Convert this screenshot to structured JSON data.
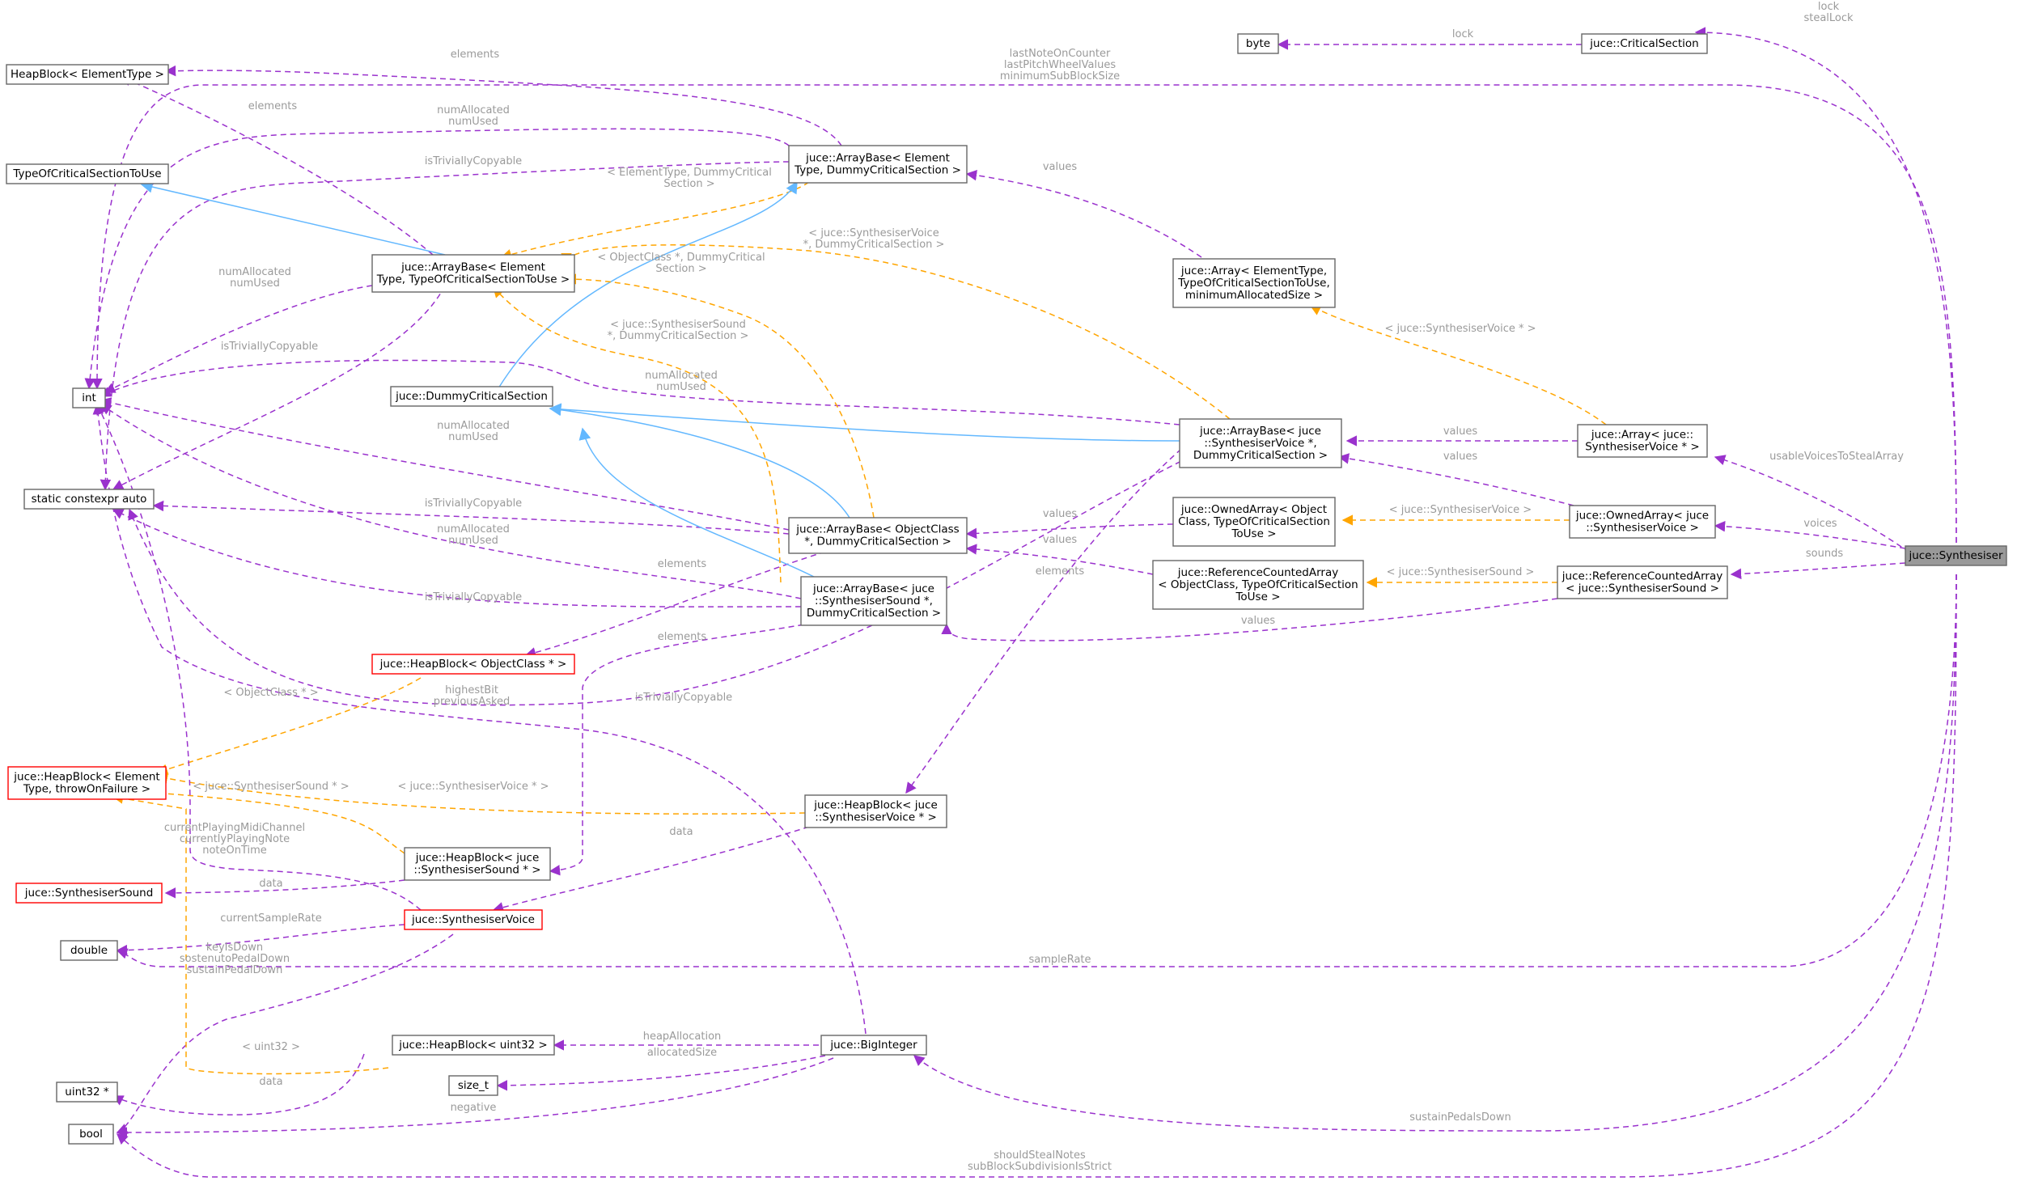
{
  "colors": {
    "member_edge": "#9a32cd",
    "template_edge": "#ffa500",
    "inherit_edge": "#63b8ff",
    "label": "#9a9a9a",
    "node_border": "#666666",
    "red_border": "#ff0000",
    "focus_fill": "#999999"
  },
  "nodes": [
    {
      "id": "synth",
      "lines": [
        "juce::Synthesiser"
      ],
      "style": "focus"
    },
    {
      "id": "critsec",
      "lines": [
        "juce::CriticalSection"
      ],
      "style": "normal"
    },
    {
      "id": "byte",
      "lines": [
        "byte"
      ],
      "style": "normal"
    },
    {
      "id": "heapblock_et",
      "lines": [
        "HeapBlock< ElementType >"
      ],
      "style": "normal"
    },
    {
      "id": "typeof_cs",
      "lines": [
        "TypeOfCriticalSectionToUse"
      ],
      "style": "normal"
    },
    {
      "id": "int",
      "lines": [
        "int"
      ],
      "style": "normal"
    },
    {
      "id": "constexpr",
      "lines": [
        "static constexpr auto"
      ],
      "style": "normal"
    },
    {
      "id": "arraybase_et_dcs",
      "lines": [
        "juce::ArrayBase< Element",
        "Type, DummyCriticalSection >"
      ],
      "style": "normal"
    },
    {
      "id": "arraybase_et_tcs",
      "lines": [
        "juce::ArrayBase< Element",
        "Type, TypeOfCriticalSectionToUse >"
      ],
      "style": "normal"
    },
    {
      "id": "dummycs",
      "lines": [
        "juce::DummyCriticalSection"
      ],
      "style": "normal"
    },
    {
      "id": "array_tmpl",
      "lines": [
        "juce::Array< ElementType,",
        "TypeOfCriticalSectionToUse,",
        "minimumAllocatedSize >"
      ],
      "style": "normal"
    },
    {
      "id": "arraybase_sv",
      "lines": [
        "juce::ArrayBase< juce",
        "::SynthesiserVoice *,",
        "DummyCriticalSection >"
      ],
      "style": "normal"
    },
    {
      "id": "array_sv",
      "lines": [
        "juce::Array< juce::",
        "SynthesiserVoice * >"
      ],
      "style": "normal"
    },
    {
      "id": "arraybase_oc",
      "lines": [
        "juce::ArrayBase< ObjectClass",
        "*, DummyCriticalSection >"
      ],
      "style": "normal"
    },
    {
      "id": "ownedarray_tmpl",
      "lines": [
        "juce::OwnedArray< Object",
        "Class, TypeOfCriticalSection",
        "ToUse >"
      ],
      "style": "normal"
    },
    {
      "id": "ownedarray_sv",
      "lines": [
        "juce::OwnedArray< juce",
        "::SynthesiserVoice >"
      ],
      "style": "normal"
    },
    {
      "id": "arraybase_ss",
      "lines": [
        "juce::ArrayBase< juce",
        "::SynthesiserSound *,",
        "DummyCriticalSection >"
      ],
      "style": "normal"
    },
    {
      "id": "refarray_tmpl",
      "lines": [
        "juce::ReferenceCountedArray",
        "< ObjectClass, TypeOfCriticalSection",
        "ToUse >"
      ],
      "style": "normal"
    },
    {
      "id": "refarray_ss",
      "lines": [
        "juce::ReferenceCountedArray",
        "< juce::SynthesiserSound >"
      ],
      "style": "normal"
    },
    {
      "id": "heapblock_oc",
      "lines": [
        "juce::HeapBlock< ObjectClass * >"
      ],
      "style": "red"
    },
    {
      "id": "heapblock_tmpl",
      "lines": [
        "juce::HeapBlock< Element",
        "Type, throwOnFailure >"
      ],
      "style": "red"
    },
    {
      "id": "heapblock_sv",
      "lines": [
        "juce::HeapBlock< juce",
        "::SynthesiserVoice * >"
      ],
      "style": "normal"
    },
    {
      "id": "heapblock_ss",
      "lines": [
        "juce::HeapBlock< juce",
        "::SynthesiserSound * >"
      ],
      "style": "normal"
    },
    {
      "id": "synthsound",
      "lines": [
        "juce::SynthesiserSound"
      ],
      "style": "red"
    },
    {
      "id": "synthvoice",
      "lines": [
        "juce::SynthesiserVoice"
      ],
      "style": "red"
    },
    {
      "id": "double",
      "lines": [
        "double"
      ],
      "style": "normal"
    },
    {
      "id": "heapblock_u32",
      "lines": [
        "juce::HeapBlock< uint32 >"
      ],
      "style": "normal"
    },
    {
      "id": "biginteger",
      "lines": [
        "juce::BigInteger"
      ],
      "style": "normal"
    },
    {
      "id": "size_t",
      "lines": [
        "size_t"
      ],
      "style": "normal"
    },
    {
      "id": "uint32p",
      "lines": [
        "uint32 *"
      ],
      "style": "normal"
    },
    {
      "id": "bool",
      "lines": [
        "bool"
      ],
      "style": "normal"
    }
  ],
  "labels": [
    {
      "id": "lbl_lock_steal",
      "lines": [
        "lock",
        "stealLock"
      ]
    },
    {
      "id": "lbl_lock",
      "lines": [
        "lock"
      ]
    },
    {
      "id": "lbl_lastnote",
      "lines": [
        "lastNoteOnCounter",
        "lastPitchWheelValues",
        "minimumSubBlockSize"
      ]
    },
    {
      "id": "lbl_elements_top",
      "lines": [
        "elements"
      ]
    },
    {
      "id": "lbl_elements_ab",
      "lines": [
        "elements"
      ]
    },
    {
      "id": "lbl_numalloc_top",
      "lines": [
        "numAllocated",
        "numUsed"
      ]
    },
    {
      "id": "lbl_trivial_top",
      "lines": [
        "isTriviallyCopyable"
      ]
    },
    {
      "id": "lbl_et_dcs",
      "lines": [
        "< ElementType, DummyCritical",
        "Section >"
      ]
    },
    {
      "id": "lbl_values_array",
      "lines": [
        "values"
      ]
    },
    {
      "id": "lbl_numalloc_tcs",
      "lines": [
        "numAllocated",
        "numUsed"
      ]
    },
    {
      "id": "lbl_trivial_tcs",
      "lines": [
        "isTriviallyCopyable"
      ]
    },
    {
      "id": "lbl_sv_dcs",
      "lines": [
        "< juce::SynthesiserVoice",
        "*, DummyCriticalSection >"
      ]
    },
    {
      "id": "lbl_oc_dcs",
      "lines": [
        "< ObjectClass *, DummyCritical",
        "Section >"
      ]
    },
    {
      "id": "lbl_ss_dcs",
      "lines": [
        "< juce::SynthesiserSound",
        "*, DummyCriticalSection >"
      ]
    },
    {
      "id": "lbl_numalloc_sv",
      "lines": [
        "numAllocated",
        "numUsed"
      ]
    },
    {
      "id": "lbl_svp_tmpl",
      "lines": [
        "< juce::SynthesiserVoice * >"
      ]
    },
    {
      "id": "lbl_values_arraysv",
      "lines": [
        "values"
      ]
    },
    {
      "id": "lbl_values_owned",
      "lines": [
        "values"
      ]
    },
    {
      "id": "lbl_usable",
      "lines": [
        "usableVoicesToStealArray"
      ]
    },
    {
      "id": "lbl_numalloc_oc",
      "lines": [
        "numAllocated",
        "numUsed"
      ]
    },
    {
      "id": "lbl_trivial_oc",
      "lines": [
        "isTriviallyCopyable"
      ]
    },
    {
      "id": "lbl_numalloc_ss",
      "lines": [
        "numAllocated",
        "numUsed"
      ]
    },
    {
      "id": "lbl_values_oa",
      "lines": [
        "values"
      ]
    },
    {
      "id": "lbl_sv_owned",
      "lines": [
        "< juce::SynthesiserVoice >"
      ]
    },
    {
      "id": "lbl_voices",
      "lines": [
        "voices"
      ]
    },
    {
      "id": "lbl_values_ra",
      "lines": [
        "values"
      ]
    },
    {
      "id": "lbl_elements_sv",
      "lines": [
        "elements"
      ]
    },
    {
      "id": "lbl_ss_ref",
      "lines": [
        "< juce::SynthesiserSound >"
      ]
    },
    {
      "id": "lbl_sounds",
      "lines": [
        "sounds"
      ]
    },
    {
      "id": "lbl_elements_oc",
      "lines": [
        "elements"
      ]
    },
    {
      "id": "lbl_trivial_ss",
      "lines": [
        "isTriviallyCopyable"
      ]
    },
    {
      "id": "lbl_values_ss",
      "lines": [
        "values"
      ]
    },
    {
      "id": "lbl_elements_ss",
      "lines": [
        "elements"
      ]
    },
    {
      "id": "lbl_oc_tmpl",
      "lines": [
        "< ObjectClass * >"
      ]
    },
    {
      "id": "lbl_highest",
      "lines": [
        "highestBit",
        "previousAsked"
      ]
    },
    {
      "id": "lbl_trivial_sv",
      "lines": [
        "isTriviallyCopyable"
      ]
    },
    {
      "id": "lbl_ssp_tmpl",
      "lines": [
        "< juce::SynthesiserSound * >"
      ]
    },
    {
      "id": "lbl_svp_tmpl2",
      "lines": [
        "< juce::SynthesiserVoice * >"
      ]
    },
    {
      "id": "lbl_data_sv",
      "lines": [
        "data"
      ]
    },
    {
      "id": "lbl_current_midi",
      "lines": [
        "currentPlayingMidiChannel",
        "currentlyPlayingNote",
        "noteOnTime"
      ]
    },
    {
      "id": "lbl_data_ss",
      "lines": [
        "data"
      ]
    },
    {
      "id": "lbl_current_rate",
      "lines": [
        "currentSampleRate"
      ]
    },
    {
      "id": "lbl_keys",
      "lines": [
        "keyIsDown",
        "sostenutoPedalDown",
        "sustainPedalDown"
      ]
    },
    {
      "id": "lbl_samplerate",
      "lines": [
        "sampleRate"
      ]
    },
    {
      "id": "lbl_uint32",
      "lines": [
        "< uint32 >"
      ]
    },
    {
      "id": "lbl_heapalloc",
      "lines": [
        "heapAllocation"
      ]
    },
    {
      "id": "lbl_allocsize",
      "lines": [
        "allocatedSize"
      ]
    },
    {
      "id": "lbl_data_u32",
      "lines": [
        "data"
      ]
    },
    {
      "id": "lbl_negative",
      "lines": [
        "negative"
      ]
    },
    {
      "id": "lbl_sustain",
      "lines": [
        "sustainPedalsDown"
      ]
    },
    {
      "id": "lbl_steal",
      "lines": [
        "shouldStealNotes",
        "subBlockSubdivisionIsStrict"
      ]
    }
  ]
}
